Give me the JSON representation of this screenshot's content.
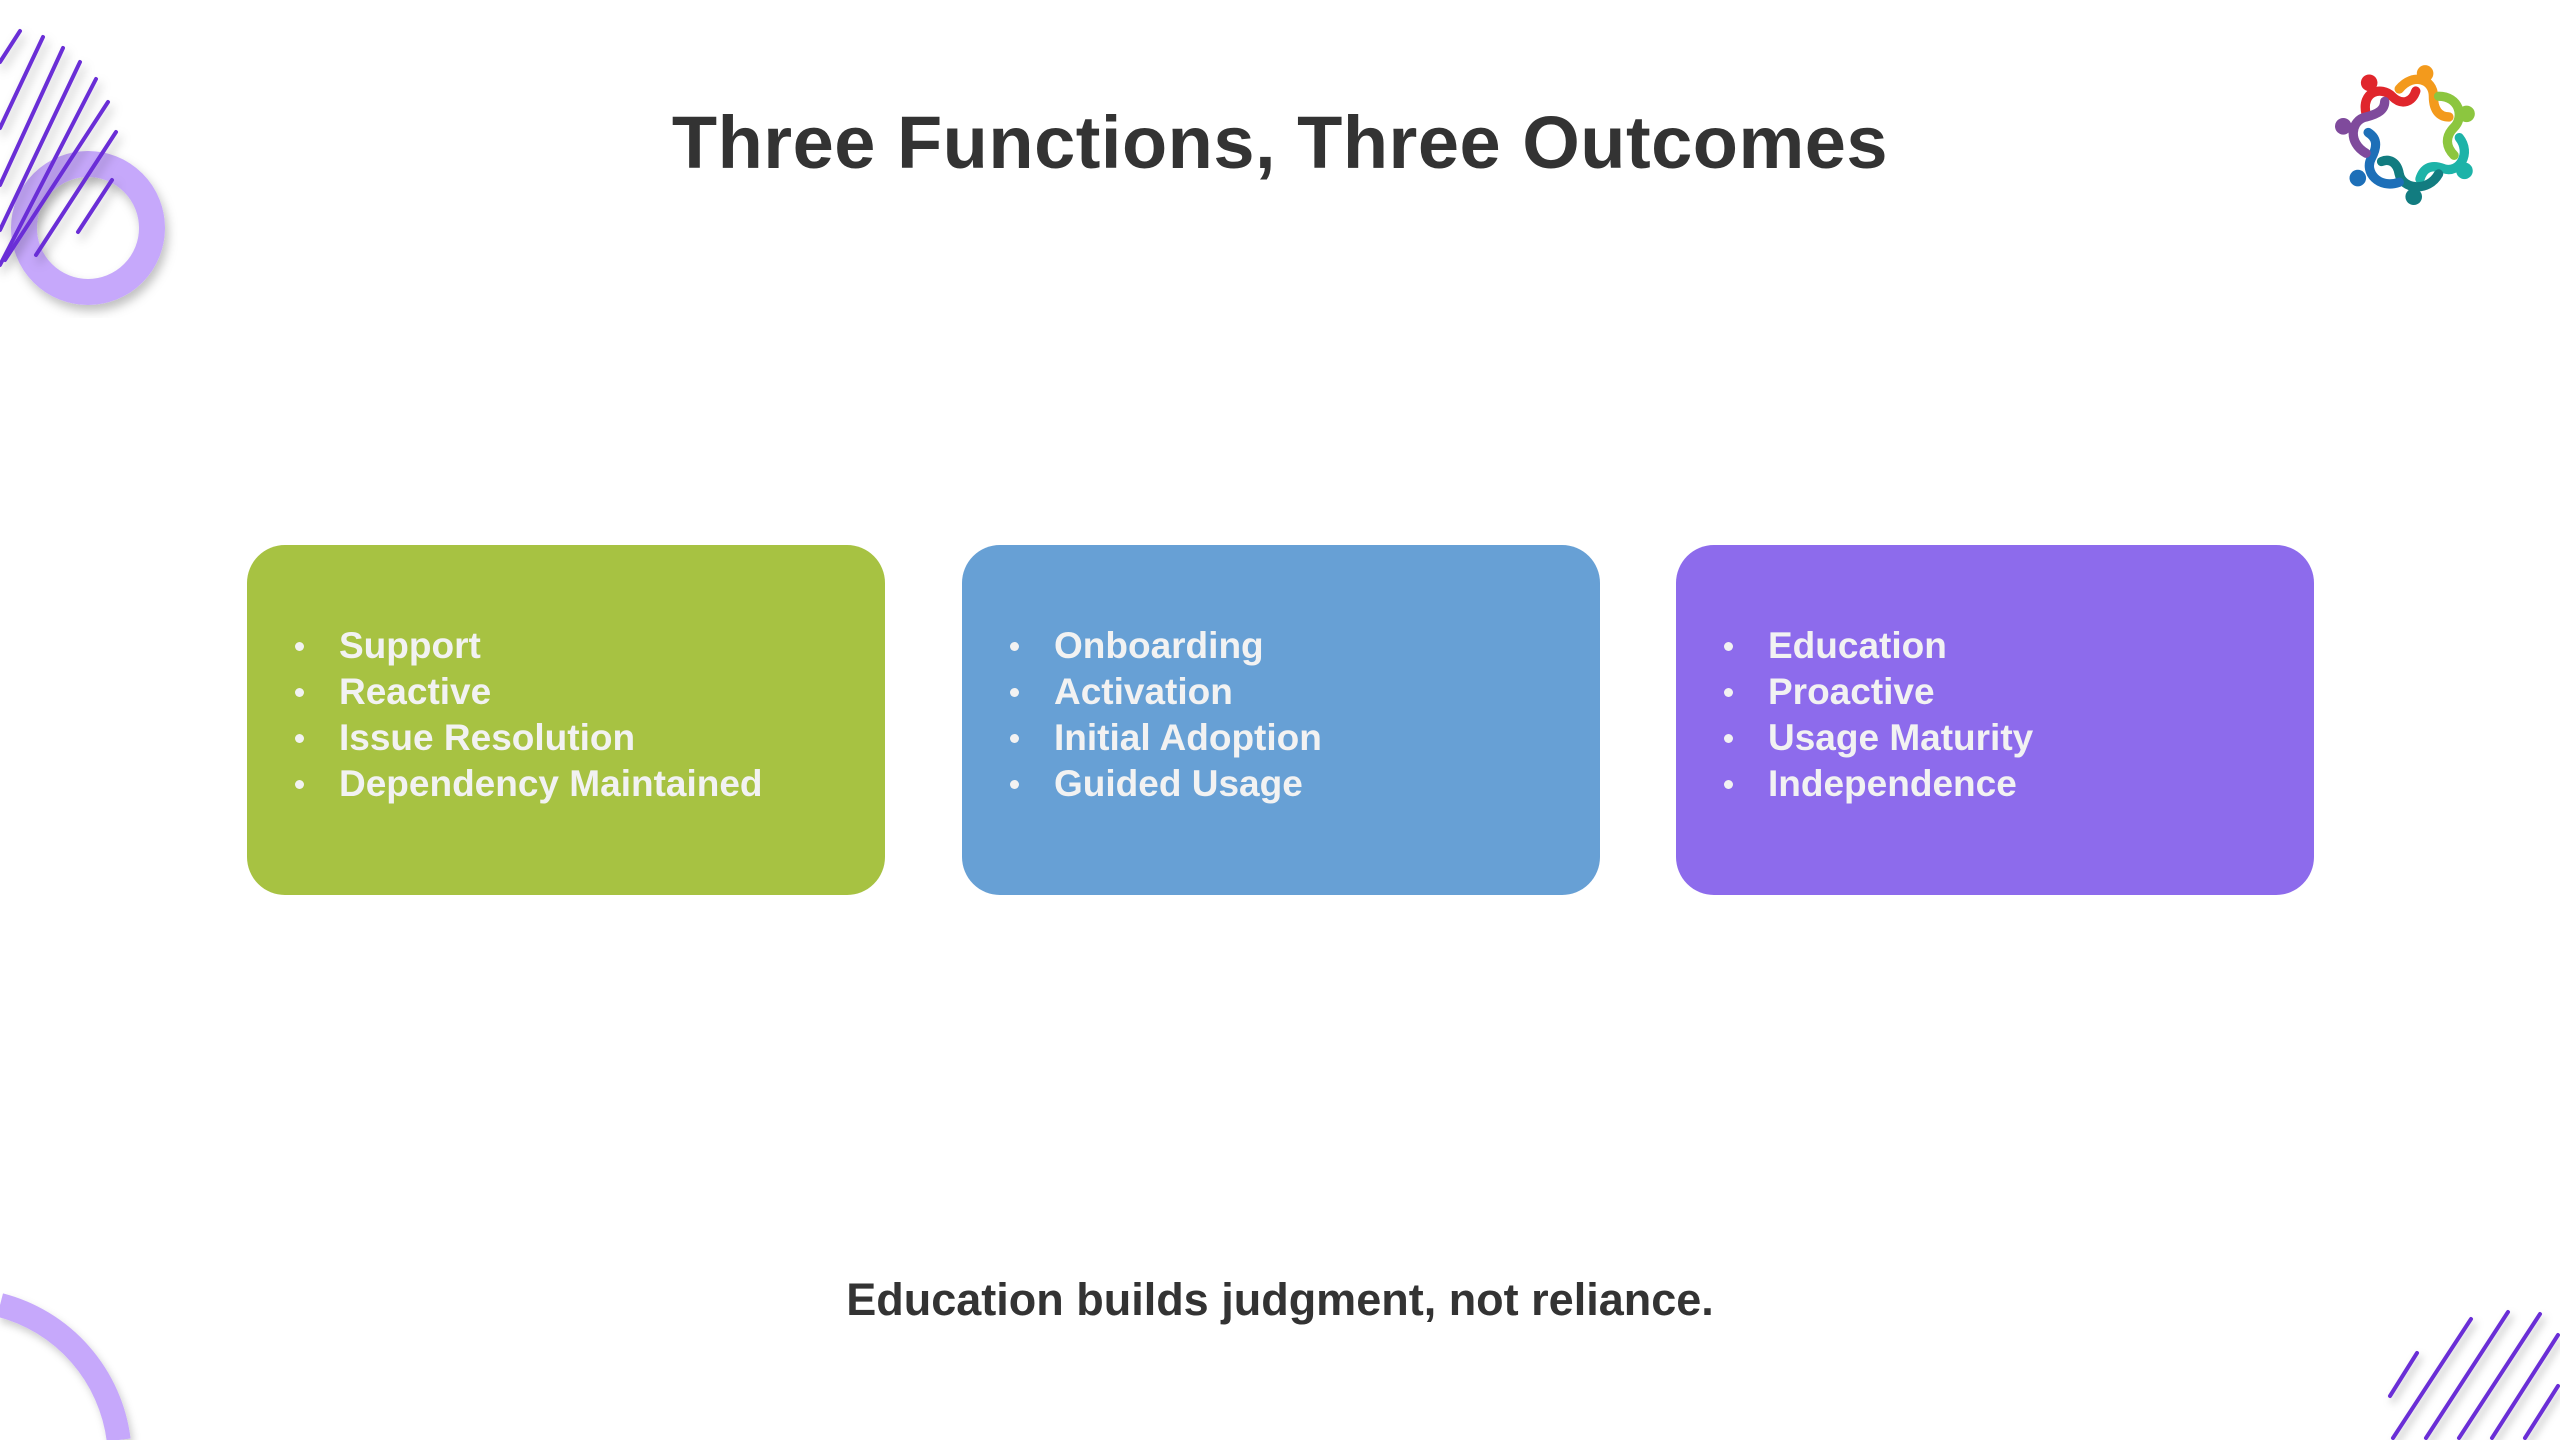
{
  "title": "Three Functions, Three Outcomes",
  "cards": [
    {
      "color": "#a7c242",
      "items": [
        "Support",
        "Reactive",
        "Issue Resolution",
        "Dependency Maintained"
      ]
    },
    {
      "color": "#67a0d5",
      "items": [
        "Onboarding",
        "Activation",
        "Initial Adoption",
        "Guided Usage"
      ]
    },
    {
      "color": "#8d6bec",
      "items": [
        "Education",
        "Proactive",
        "Usage Maturity",
        "Independence"
      ]
    }
  ],
  "footer": "Education builds judgment, not reliance.",
  "colors": {
    "accent_purple": "#6a2fd6",
    "ring_lavender": "#c6a8fb"
  }
}
